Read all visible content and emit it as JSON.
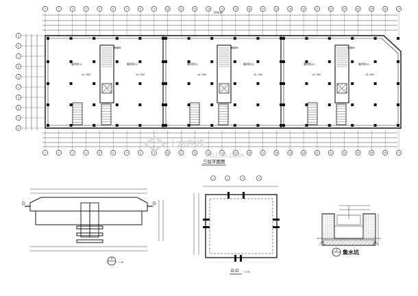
{
  "plan": {
    "title": "三层平面图",
    "top_dimension": "79940",
    "room_labels": [
      "临时办公",
      "临时办公",
      "临时办公",
      "临时办公",
      "临时办公",
      "临时办公"
    ],
    "stair_label": "楼梯间",
    "elevation_mark": "±0.000",
    "axis_numbers": [
      "1",
      "2",
      "3",
      "4",
      "5",
      "6",
      "7",
      "8",
      "9",
      "10",
      "11",
      "12",
      "13",
      "14",
      "15",
      "16",
      "17",
      "18",
      "19",
      "20",
      "21",
      "22",
      "23",
      "24",
      "25",
      "26",
      "27"
    ],
    "left_axis_letters": [
      "A",
      "B",
      "C",
      "D",
      "E",
      "F",
      "G",
      "H",
      "J",
      "K"
    ]
  },
  "detail_1": {
    "section_mark": "D",
    "callout_number": "1",
    "scale_note": "1:50"
  },
  "detail_dd": {
    "title": "D-D",
    "scale_note": "1:50",
    "axis_marks": [
      "1",
      "2",
      "3",
      "4"
    ]
  },
  "detail_sump": {
    "title": "集水坑",
    "callout_number": "2"
  },
  "watermark": {
    "text": "co188.com",
    "brand_name": "土木在线"
  }
}
